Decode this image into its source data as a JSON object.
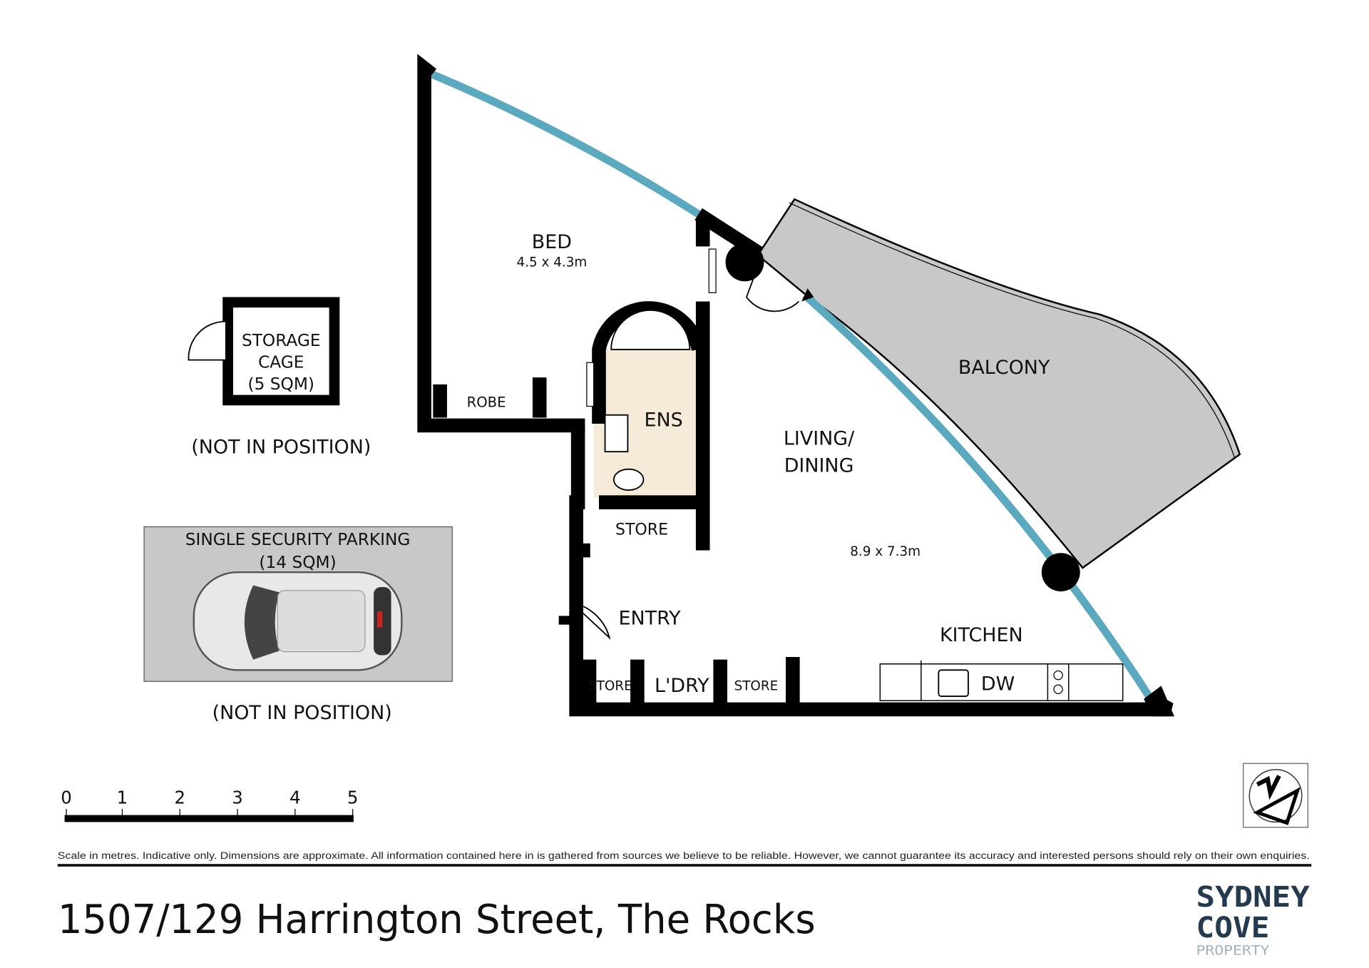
{
  "rooms": {
    "bed": {
      "name": "BED",
      "size": "4.5 x 4.3m"
    },
    "robe": "ROBE",
    "ensuite": "ENS",
    "living": {
      "name_line1": "LIVING/",
      "name_line2": "DINING",
      "size": "8.9 x 7.3m"
    },
    "balcony": "BALCONY",
    "store_upper": "STORE",
    "entry": "ENTRY",
    "store_left": "STORE",
    "laundry": "L'DRY",
    "store_right": "STORE",
    "kitchen": "KITCHEN",
    "dishwasher": "DW"
  },
  "storage_cage": {
    "line1": "STORAGE",
    "line2": "CAGE",
    "line3": "(5 SQM)",
    "note": "(NOT IN POSITION)"
  },
  "parking": {
    "line1": "SINGLE SECURITY PARKING",
    "line2": "(14 SQM)",
    "note": "(NOT IN POSITION)"
  },
  "scale": {
    "ticks": [
      "0",
      "1",
      "2",
      "3",
      "4",
      "5"
    ]
  },
  "disclaimer": "Scale in metres. Indicative only. Dimensions are approximate. All information contained here in is gathered from sources we believe to be reliable. However, we cannot guarantee its accuracy and interested persons should rely on their own enquiries.",
  "address": "1507/129 Harrington Street, The Rocks",
  "logo": {
    "line1": "SYDNEY",
    "line2": "COVE",
    "line3": "PROPERTY"
  },
  "colors": {
    "glass": "#5aa9bf",
    "balcony": "#c8c8c8",
    "logo": "#243a4f",
    "logo_sub": "#9fb3c4"
  }
}
